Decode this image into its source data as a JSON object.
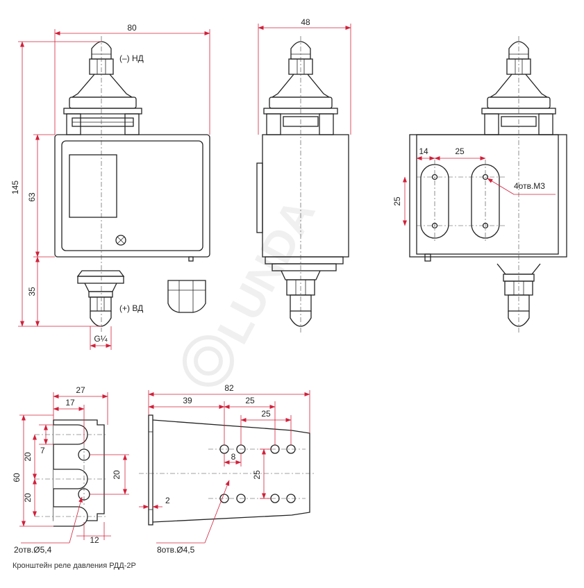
{
  "dimensions": {
    "front_width": "80",
    "side_width": "48",
    "total_height": "145",
    "body_height": "63",
    "lower_height": "35",
    "thread": "G¼",
    "rear_offset": "14",
    "rear_hole_spacing_h": "25",
    "rear_hole_spacing_v": "25",
    "bracket_width": "27",
    "bracket_slot_offset": "17",
    "bracket_slot_width": "7",
    "bracket_pitch_1": "20",
    "bracket_pitch_2": "20",
    "bracket_hole_pitch": "20",
    "bracket_total_height": "60",
    "bracket_bottom_offset": "12",
    "plate_length": "82",
    "plate_offset": "39",
    "plate_hole_spacing_1": "25",
    "plate_hole_spacing_2": "25",
    "plate_hole_pitch": "8",
    "plate_hole_vertical": "25",
    "plate_thickness": "2"
  },
  "labels": {
    "low_pressure": "(–) НД",
    "high_pressure": "(+) ВД",
    "rear_holes": "4отв.М3",
    "bracket_holes": "2отв.Ø5,4",
    "plate_holes": "8отв.Ø4,5"
  },
  "caption": "Кронштейн реле давления РДД-2Р",
  "watermark": "LUNDA"
}
